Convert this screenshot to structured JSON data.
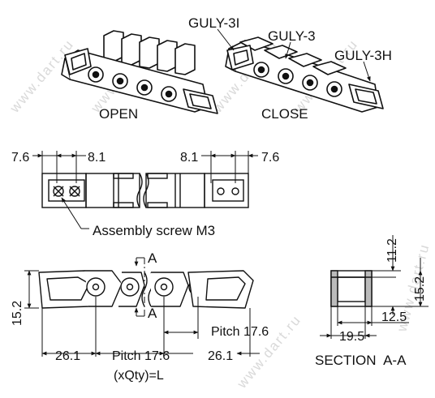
{
  "header_labels": {
    "guly_3i": "GULY-3I",
    "guly_3": "GULY-3",
    "guly_3h": "GULY-3H",
    "open": "OPEN",
    "close": "CLOSE"
  },
  "top_view": {
    "dim_left_outer": "7.6",
    "dim_left_inner": "8.1",
    "dim_right_inner": "8.1",
    "dim_right_outer": "7.6",
    "callout": "Assembly screw M3"
  },
  "side_view": {
    "section_mark_top": "A",
    "section_mark_bottom": "A",
    "height": "15.2",
    "pitch_upper": "Pitch 17.6",
    "end_left": "26.1",
    "pitch_lower": "Pitch 17.6",
    "end_right": "26.1",
    "formula": "(xQty)=L"
  },
  "section_view": {
    "dim_top": "11.2",
    "dim_height": "15.2",
    "dim_inner_width": "12.5",
    "dim_outer_width": "19.5",
    "title": "SECTION  A-A"
  },
  "watermark": "www.dart.ru",
  "colors": {
    "line": "#111111",
    "watermark": "#d9d9d9"
  }
}
